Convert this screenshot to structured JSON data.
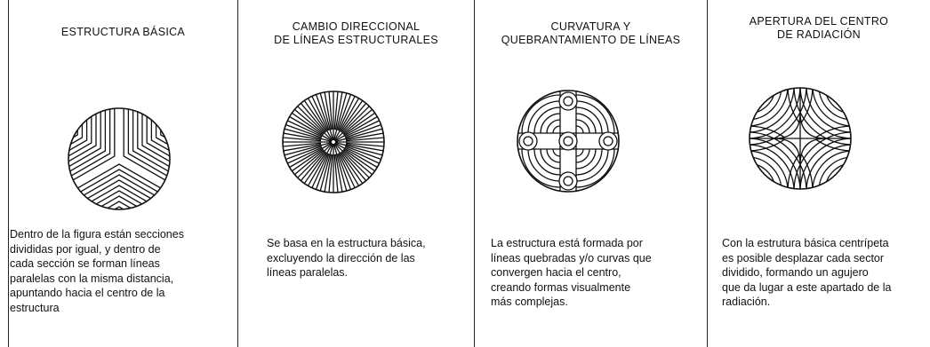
{
  "panels": [
    {
      "title": [
        "ESTRUCTURA BÁSICA"
      ],
      "description": [
        "Dentro de la figura están secciones",
        "divididas por igual, y dentro de",
        "cada sección se forman líneas",
        "paralelas con la misma distancia,",
        "apuntando hacia el centro de la",
        "estructura"
      ]
    },
    {
      "title": [
        "CAMBIO DIRECCIONAL",
        "DE LÍNEAS ESTRUCTURALES"
      ],
      "description": [
        "Se basa en la estructura básica,",
        "excluyendo la dirección de las",
        "líneas paralelas."
      ]
    },
    {
      "title": [
        "CURVATURA Y",
        "QUEBRANTAMIENTO DE LÍNEAS"
      ],
      "description": [
        "La estructura está formada por",
        "líneas quebradas y/o curvas que",
        "convergen hacia el centro,",
        "creando formas visualmente",
        "más complejas."
      ]
    },
    {
      "title": [
        "APERTURA DEL CENTRO",
        "DE RADIACIÓN"
      ],
      "description": [
        "Con la estrutura básica centrípeta",
        "es posible desplazar cada sector",
        "dividido, formando un agujero",
        "que da lugar a este apartado de la",
        "radiación."
      ]
    }
  ],
  "colors": {
    "ink": "#111111",
    "background": "#ffffff"
  }
}
